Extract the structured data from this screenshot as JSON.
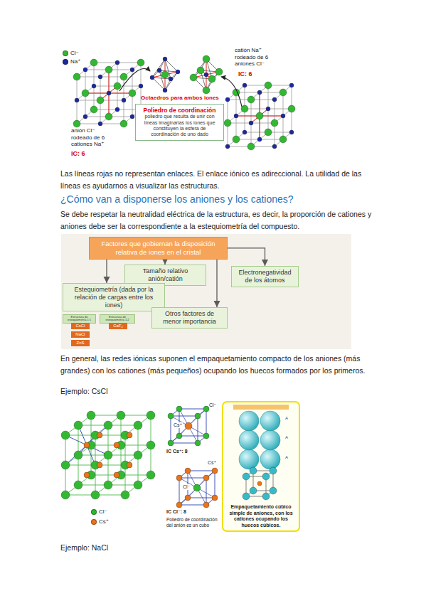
{
  "diagram": {
    "nodes": [
      {
        "text": [
          "Poliedro de coordinación",
          "poliedro que resulta de unir con líneas imaginarias los iones que constituyen la esfera de coordinación de uno dado"
        ]
      },
      {
        "text": [
          "Factores que gobiernan la disposición relativa de iones en el cristal"
        ]
      },
      {
        "text": [
          "Tamaño relativo anión/catión"
        ]
      },
      {
        "text": [
          "Estequiometría (dada por la relación de cargas entre los iones)"
        ]
      },
      {
        "text": [
          "Electronegatividad de los átomos"
        ]
      },
      {
        "text": [
          "Otros factores de menor importancia"
        ]
      },
      {
        "text": [
          "Estructura de estequiometría 1:1"
        ]
      },
      {
        "text": [
          "CsCl"
        ]
      },
      {
        "text": [
          "NaCl"
        ]
      },
      {
        "text": [
          "ZnS"
        ]
      },
      {
        "text": [
          "Estructura de estequiometría 1:2"
        ]
      },
      {
        "text": [
          "CaF₂"
        ]
      },
      {
        "text": [
          "Empaquetamiento cúbico simple de aniones, con los cationes ocupando los huecos cúbicos."
        ]
      }
    ],
    "edges": [
      {
        "from": 1,
        "to": 3,
        "arrow": "to"
      },
      {
        "from": 1,
        "to": 2,
        "arrow": "to"
      },
      {
        "from": 1,
        "to": 4,
        "arrow": "to"
      },
      {
        "from": 1,
        "to": 5,
        "arrow": "to"
      }
    ],
    "labels": [
      "catión Na⁺ rodeado de 6 aniones Cl⁻",
      "IC: 6",
      "Octaedros para ambos iones",
      "anión Cl⁻ rodeado de 6 cationes Na⁺",
      "IC: 6",
      "Las líneas rojas no representan enlaces. El enlace iónico es adireccional. La utilidad de las líneas es ayudarnos a visualizar las estructuras.",
      "¿Cómo van a disponerse los aniones y los cationes?",
      "Se debe respetar la neutralidad eléctrica de la estructura, es decir, la proporción de cationes y aniones debe ser la correspondiente a la estequiometría del compuesto.",
      "En general, las redes iónicas suponen el empaquetamiento compacto de los aniones (más grandes) con los cationes (más pequeños) ocupando los huecos formados por los primeros.",
      "Ejemplo: CsCl",
      "Cl⁻",
      "Cs⁺",
      "IC Cs⁺: 8",
      "Cs⁺",
      "Cl⁻",
      "IC Cl⁻: 8",
      "Poliedro de coordinación del anión es un cubo",
      "A",
      "A",
      "A",
      "Ejemplo: NaCl"
    ],
    "legend": [
      {
        "text": "Cl⁻",
        "color": "#33b833"
      },
      {
        "text": "Na⁺",
        "color": "#1c2a9c"
      },
      {
        "text": "Cl⁻",
        "color": "#2eb82e"
      },
      {
        "text": "Cs⁺",
        "color": "#e8741c"
      }
    ]
  }
}
